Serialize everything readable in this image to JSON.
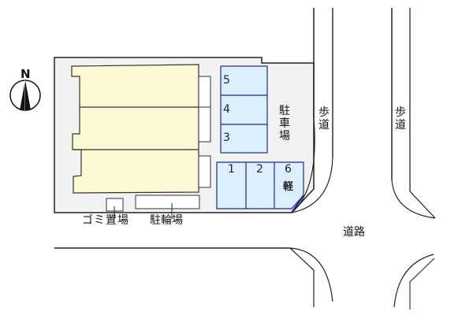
{
  "compass": {
    "label": "N"
  },
  "site": {
    "lot_fill": "#f2f2f2",
    "building_fill": "#fdf8d4",
    "parking_fill": "#dcefff",
    "parking_border": "#1a2a9a"
  },
  "parking": {
    "label_chars": [
      "駐",
      "車",
      "場"
    ],
    "spaces": [
      {
        "number": "5"
      },
      {
        "number": "4"
      },
      {
        "number": "3"
      },
      {
        "number": "1"
      },
      {
        "number": "2"
      },
      {
        "number": "6",
        "note": "軽"
      }
    ]
  },
  "facilities": {
    "garbage": "ゴミ置場",
    "bicycle": "駐輪場"
  },
  "roads": {
    "sidewalk_left_chars": [
      "歩",
      "道"
    ],
    "sidewalk_right_chars": [
      "歩",
      "道"
    ],
    "road": "道路"
  }
}
